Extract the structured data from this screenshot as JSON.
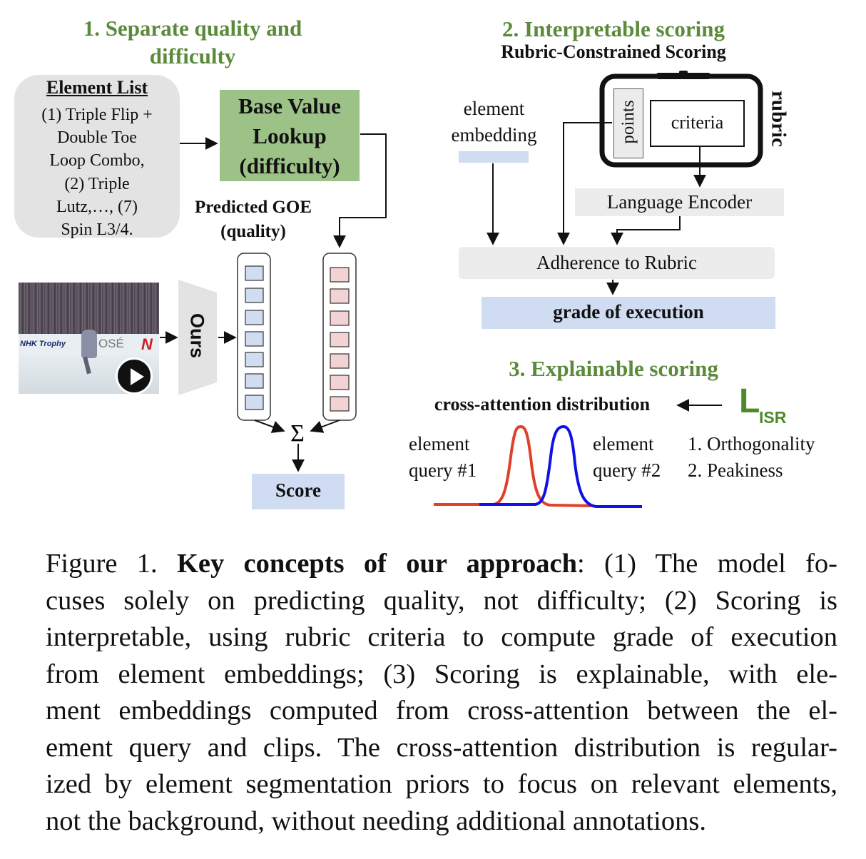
{
  "section1": {
    "title_line1": "1. Separate quality and",
    "title_line2": "difficulty",
    "element_list_heading": "Element List",
    "element_list_lines": [
      "(1) Triple Flip +",
      "Double Toe",
      "Loop Combo,",
      "(2) Triple",
      "Lutz,…, (7)",
      "Spin L3/4."
    ],
    "base_value_lines": [
      "Base Value",
      "Lookup",
      "(difficulty)"
    ],
    "predicted_goe_lines": [
      "Predicted GOE",
      "(quality)"
    ],
    "ours_label": "Ours",
    "sum_symbol": "Σ",
    "score_label": "Score",
    "video_overlay_text": [
      "NHK Trophy",
      "OSÉ",
      "N"
    ]
  },
  "section2": {
    "title": "2. Interpretable scoring",
    "subtitle": "Rubric-Constrained Scoring",
    "element_embedding_lines": [
      "element",
      "embedding"
    ],
    "points_label": "points",
    "criteria_label": "criteria",
    "rubric_label": "rubric",
    "language_encoder_label": "Language Encoder",
    "adherence_label": "Adherence to Rubric",
    "grade_label": "grade of execution"
  },
  "section3": {
    "title": "3. Explainable scoring",
    "cross_attention_label": "cross-attention distribution",
    "loss_letter": "L",
    "loss_subscript": "ISR",
    "query1_lines": [
      "element",
      "query #1"
    ],
    "query2_lines": [
      "element",
      "query #2"
    ],
    "loss_items": [
      "1. Orthogonality",
      "2. Peakiness"
    ]
  },
  "caption": {
    "label": "Figure 1.",
    "bold": "Key concepts of our approach",
    "lines": [
      ":  (1) The model fo-",
      "cuses solely on predicting quality, not difficulty; (2) Scoring is",
      "interpretable, using rubric criteria to compute grade of execution",
      "from element embeddings; (3) Scoring is explainable, with ele-",
      "ment embeddings computed from cross-attention between the el-",
      "ement query and clips. The cross-attention distribution is regular-",
      "ized by element segmentation priors to focus on relevant elements,",
      "not the background, without needing additional annotations."
    ]
  },
  "colors": {
    "green_title": "#5b8a3a",
    "base_value_fill": "#9dc288",
    "blue_fill": "#cfdcf2",
    "pink_fill": "#f2d2d2",
    "gray_fill": "#ececec",
    "curve_red": "#e0402a",
    "curve_blue": "#1010e8",
    "loss_green": "#4e8a2a"
  }
}
